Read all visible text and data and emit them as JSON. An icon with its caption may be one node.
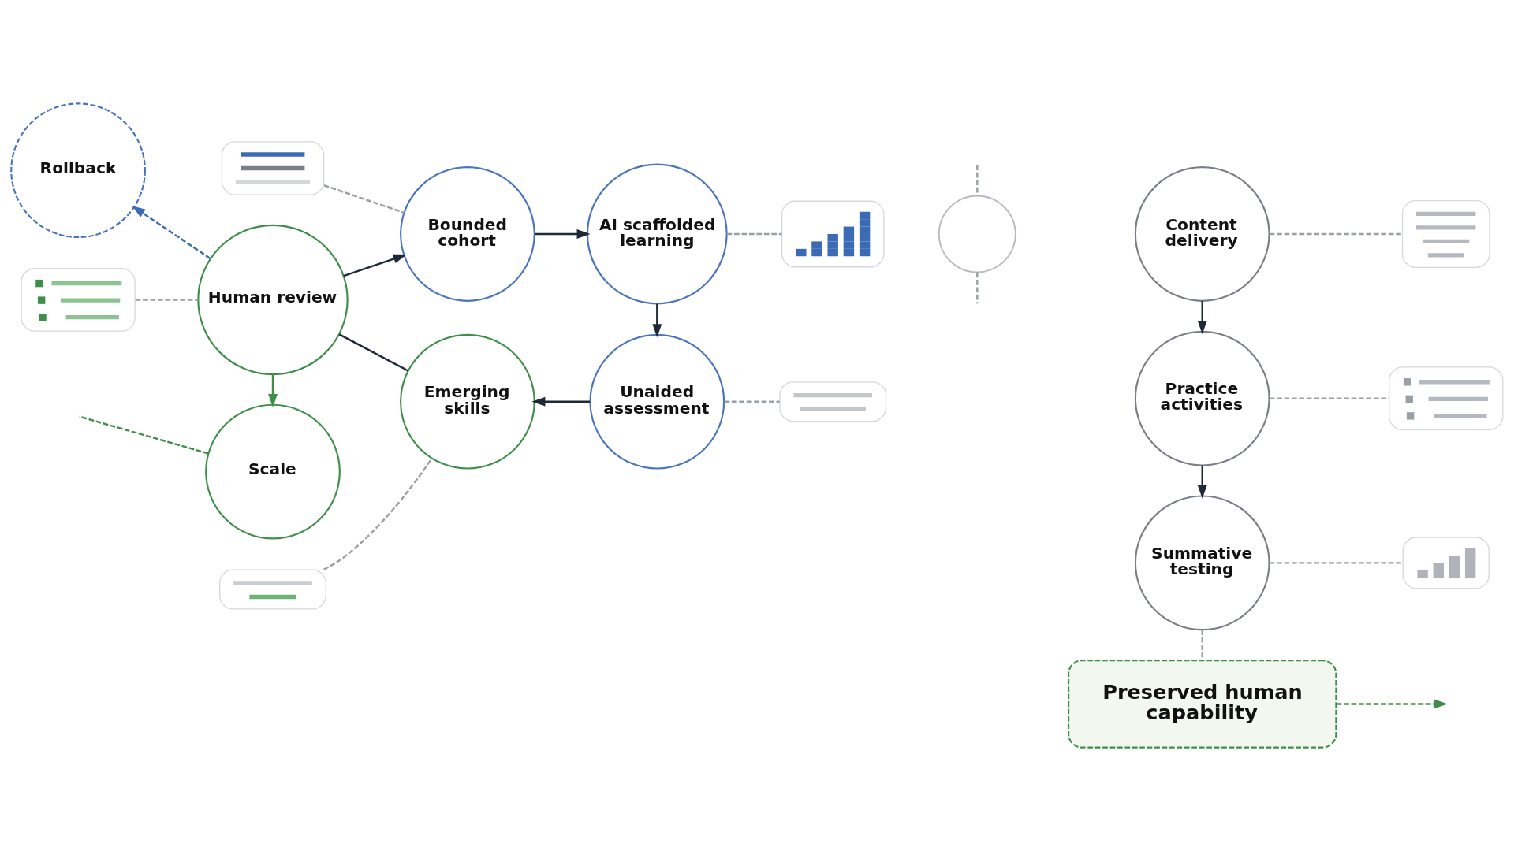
{
  "diagram": {
    "nodes": [
      {
        "text": [
          "Rollback"
        ]
      },
      {
        "text": [],
        "shape": "picture"
      },
      {
        "text": [
          "Bounded cohort"
        ]
      },
      {
        "text": [
          "AI scaffolded learning"
        ]
      },
      {
        "text": [],
        "shape": "picture"
      },
      {
        "text": [],
        "shape": "picture"
      },
      {
        "text": [
          "Human review"
        ]
      },
      {
        "text": [
          "Scale"
        ]
      },
      {
        "text": [],
        "shape": "picture"
      },
      {
        "text": [
          "Emerging skills"
        ]
      },
      {
        "text": [
          "Unaided assessment"
        ]
      },
      {
        "text": [],
        "shape": "picture"
      },
      {
        "text": [],
        "shape": "circle"
      },
      {
        "text": [
          "Content delivery"
        ]
      },
      {
        "text": [],
        "shape": "picture"
      },
      {
        "text": [
          "Practice activities"
        ]
      },
      {
        "text": [],
        "shape": "picture"
      },
      {
        "text": [
          "Summative testing"
        ]
      },
      {
        "text": [],
        "shape": "picture"
      },
      {
        "text": [
          "Preserved human capability"
        ]
      }
    ],
    "edges": [
      {
        "from": 1,
        "to": 2,
        "arrow": "none",
        "style": "dashed"
      },
      {
        "from": 2,
        "to": 3,
        "arrow": "to",
        "color": "#1f2937"
      },
      {
        "from": 3,
        "to": 4,
        "arrow": "none",
        "style": "dashed"
      },
      {
        "from": 3,
        "to": 10,
        "arrow": "to",
        "color": "#1f2937"
      },
      {
        "from": 10,
        "to": 11,
        "arrow": "none",
        "style": "dashed"
      },
      {
        "from": 10,
        "to": 9,
        "arrow": "to",
        "color": "#1f2937"
      },
      {
        "from": 8,
        "to": 9,
        "arrow": "none",
        "style": "dashed"
      },
      {
        "from": 9,
        "to": 6,
        "arrow": "none",
        "color": "#1f2937"
      },
      {
        "from": 6,
        "to": 2,
        "arrow": "to",
        "color": "#1f2937"
      },
      {
        "from": 5,
        "to": 6,
        "arrow": "none",
        "style": "dashed"
      },
      {
        "from": 6,
        "to": 0,
        "arrow": "to",
        "style": "dashed",
        "color": "#3b6bb5"
      },
      {
        "from": 6,
        "to": 7,
        "arrow": "to",
        "color": "#3f8f4a"
      },
      {
        "from": 7,
        "to": null,
        "arrow": "none",
        "style": "dashed",
        "color": "#3f8f4a"
      },
      {
        "from": null,
        "to": 12,
        "arrow": "none",
        "style": "dashed"
      },
      {
        "from": 12,
        "to": null,
        "arrow": "none",
        "style": "dashed"
      },
      {
        "from": 13,
        "to": 14,
        "arrow": "none",
        "style": "dashed"
      },
      {
        "from": 13,
        "to": 15,
        "arrow": "to",
        "color": "#1f2937"
      },
      {
        "from": 15,
        "to": 16,
        "arrow": "none",
        "style": "dashed"
      },
      {
        "from": 15,
        "to": 17,
        "arrow": "to",
        "color": "#1f2937"
      },
      {
        "from": 17,
        "to": 18,
        "arrow": "none",
        "style": "dashed"
      },
      {
        "from": 17,
        "to": 19,
        "arrow": "none",
        "style": "dashed"
      },
      {
        "from": 19,
        "to": null,
        "arrow": "to",
        "style": "dashed",
        "color": "#3f8f4a"
      }
    ]
  }
}
